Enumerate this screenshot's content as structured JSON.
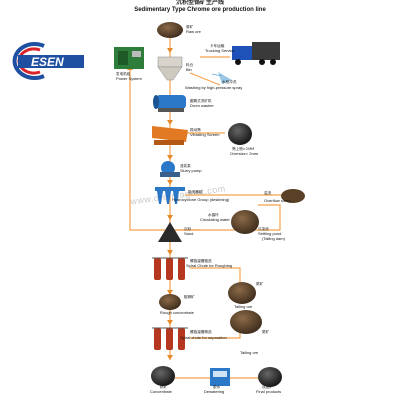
{
  "header": {
    "title_cn": "沉积型铬矿生产线",
    "title_en": "Sedimentary Type Chrome ore production line"
  },
  "logo": {
    "text": "ESEN",
    "accent": "#d8232a",
    "blue": "#1f4fa0"
  },
  "watermark": "www.ore-magnet.com",
  "colors": {
    "flow_line": "#f5a24b",
    "arrow": "#e58a2a",
    "ore": "#6b4a2b",
    "machine_blue": "#2b78c9",
    "chute_red": "#b5371f"
  },
  "nodes": {
    "raw_ore": {
      "cn": "原矿",
      "en": "Raw ore"
    },
    "trucking": {
      "cn": "卡车运输",
      "en": "Trucking Service"
    },
    "bin": {
      "cn": "料仓",
      "en": "Bin"
    },
    "washing": {
      "cn": "水枪冲洗",
      "en": "Washing by high-pressure spray"
    },
    "power": {
      "cn": "发电机组",
      "en": "Power System"
    },
    "drum_washer": {
      "cn": "圆筒式洗矿机",
      "en": "Drum washer"
    },
    "vibrating_screen": {
      "cn": "振动筛",
      "en": "Vibrating Screen"
    },
    "oversize": {
      "cn": "筛上物>2MM",
      "en": "Oversize> 2mm"
    },
    "slurry_pump": {
      "cn": "渣浆泵",
      "en": "Slurry pump"
    },
    "hydrocyclone": {
      "cn": "旋流器组",
      "en": "Hydrocyclone Group (desliming)"
    },
    "overflow": {
      "cn": "溢流",
      "en": "Overflow slurry"
    },
    "circulating_water": {
      "cn": "水循环",
      "en": "Circulating water"
    },
    "settling_pond": {
      "cn": "沉淀池",
      "en": "Settling pond",
      "en2": "(Tailing dam)"
    },
    "sand": {
      "cn": "沉砂",
      "en": "Sand"
    },
    "spiral_roughing": {
      "cn": "螺旋溜槽粗选",
      "en": "Spiral Chute for Roughing"
    },
    "tailing_1": {
      "cn": "尾矿",
      "en": "Tailing ore"
    },
    "rough_concentrate": {
      "cn": "粗精矿",
      "en": "Rough concentrate"
    },
    "spiral_separation": {
      "cn": "螺旋溜槽精选",
      "en": "Spiral chute for separation"
    },
    "tailing_2": {
      "cn": "尾矿",
      "en": "Tailing ore"
    },
    "concentrate": {
      "cn": "精矿",
      "en": "Concentrate"
    },
    "dewatering": {
      "cn": "脱水",
      "en": "Dewatering"
    },
    "final": {
      "cn": "成品矿",
      "en": "Final products"
    }
  }
}
